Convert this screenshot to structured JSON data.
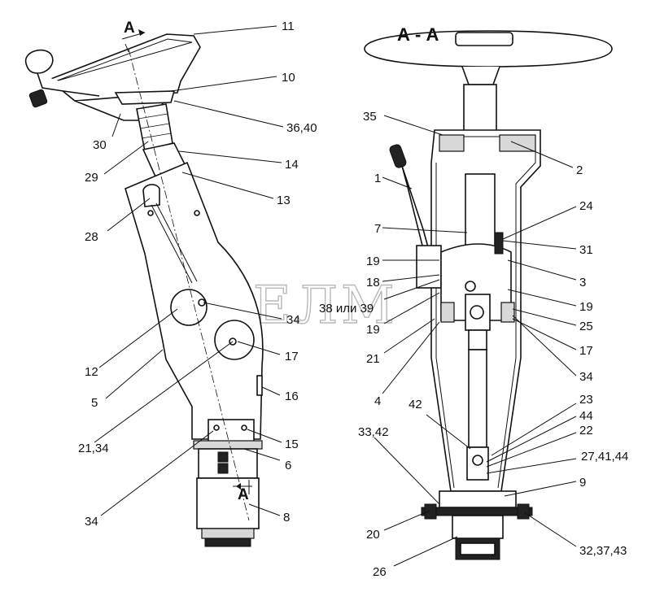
{
  "watermark": "СЕЛМ",
  "section_title": "А - А",
  "section_marks": [
    "А",
    "А"
  ],
  "left_labels": [
    "11",
    "10",
    "36,40",
    "30",
    "29",
    "14",
    "13",
    "28",
    "34",
    "12",
    "17",
    "5",
    "16",
    "21,34",
    "15",
    "6",
    "34",
    "8"
  ],
  "right_labels": [
    "35",
    "2",
    "1",
    "24",
    "7",
    "31",
    "19",
    "18",
    "38 или 39",
    "19",
    "3",
    "19",
    "25",
    "21",
    "17",
    "34",
    "4",
    "23",
    "42",
    "44",
    "22",
    "33,42",
    "27,41,44",
    "9",
    "20",
    "26",
    "32,37,43"
  ]
}
